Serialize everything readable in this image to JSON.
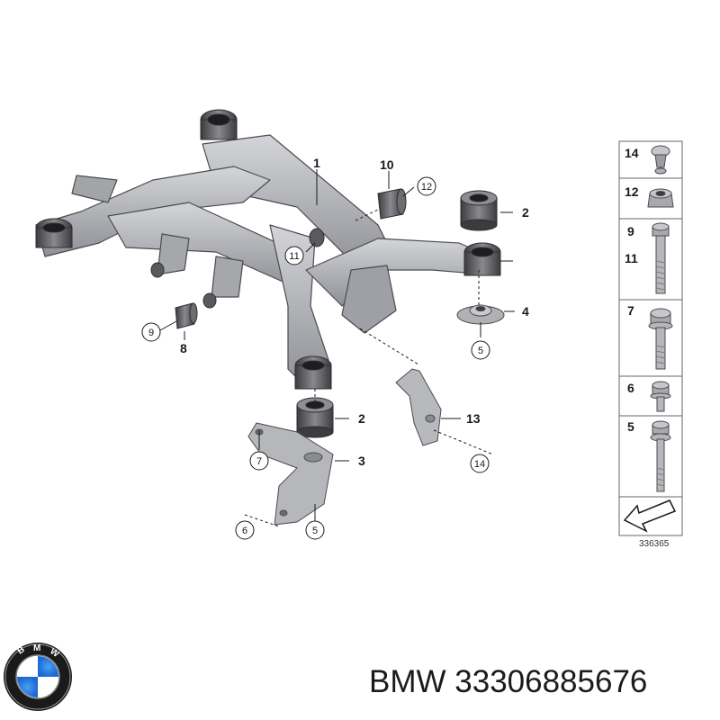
{
  "callouts": {
    "c1": "1",
    "c2a": "2",
    "c2b": "2",
    "c3": "3",
    "c4": "4",
    "c5a": "5",
    "c5b": "5",
    "c6": "6",
    "c7": "7",
    "c8": "8",
    "c9": "9",
    "c10": "10",
    "c11": "11",
    "c12": "12",
    "c13": "13",
    "c14": "14"
  },
  "legend": {
    "r14": "14",
    "r12": "12",
    "r9": "9",
    "r11": "11",
    "r7": "7",
    "r6": "6",
    "r5": "5"
  },
  "diagram_number": "336365",
  "brand": {
    "label": "BMW 33306885676",
    "logo_name": "bmw-roundel"
  },
  "colors": {
    "part_grey": "#b4b5b9",
    "bushing_dark": "#5a5a5e",
    "bmw_blue": "#1c69d4"
  }
}
